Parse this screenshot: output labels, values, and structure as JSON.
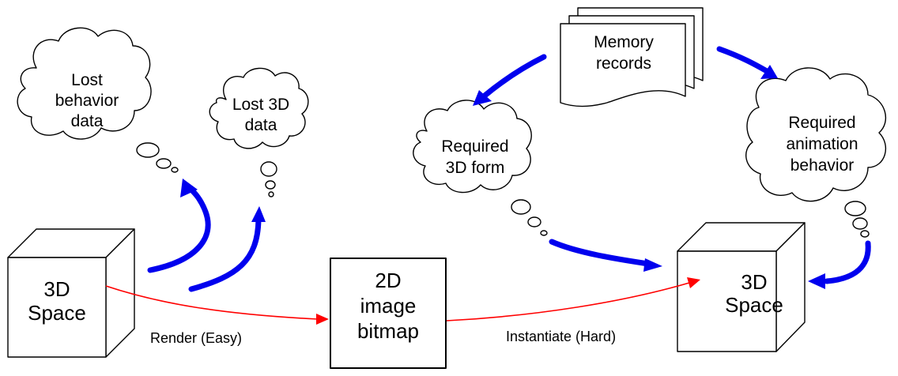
{
  "diagram": {
    "left_cube": {
      "lines": [
        "3D",
        "Space"
      ]
    },
    "right_cube": {
      "lines": [
        "3D",
        "Space"
      ]
    },
    "bitmap_box": {
      "lines": [
        "2D",
        "image",
        "bitmap"
      ]
    },
    "memory_records": {
      "lines": [
        "Memory",
        "records"
      ]
    },
    "cloud_lost_behavior": {
      "lines": [
        "Lost",
        "behavior",
        "data"
      ]
    },
    "cloud_lost_3d": {
      "lines": [
        "Lost 3D",
        "data"
      ]
    },
    "cloud_required_form": {
      "lines": [
        "Required",
        "3D form"
      ]
    },
    "cloud_required_behavior": {
      "lines": [
        "Required",
        "animation",
        "behavior"
      ]
    },
    "edge_render": {
      "label": "Render (Easy)"
    },
    "edge_instantiate": {
      "label": "Instantiate (Hard)"
    },
    "colors": {
      "thought_arrow": "#0000ee",
      "process_arrow": "#ff0000",
      "outline": "#000000"
    }
  }
}
